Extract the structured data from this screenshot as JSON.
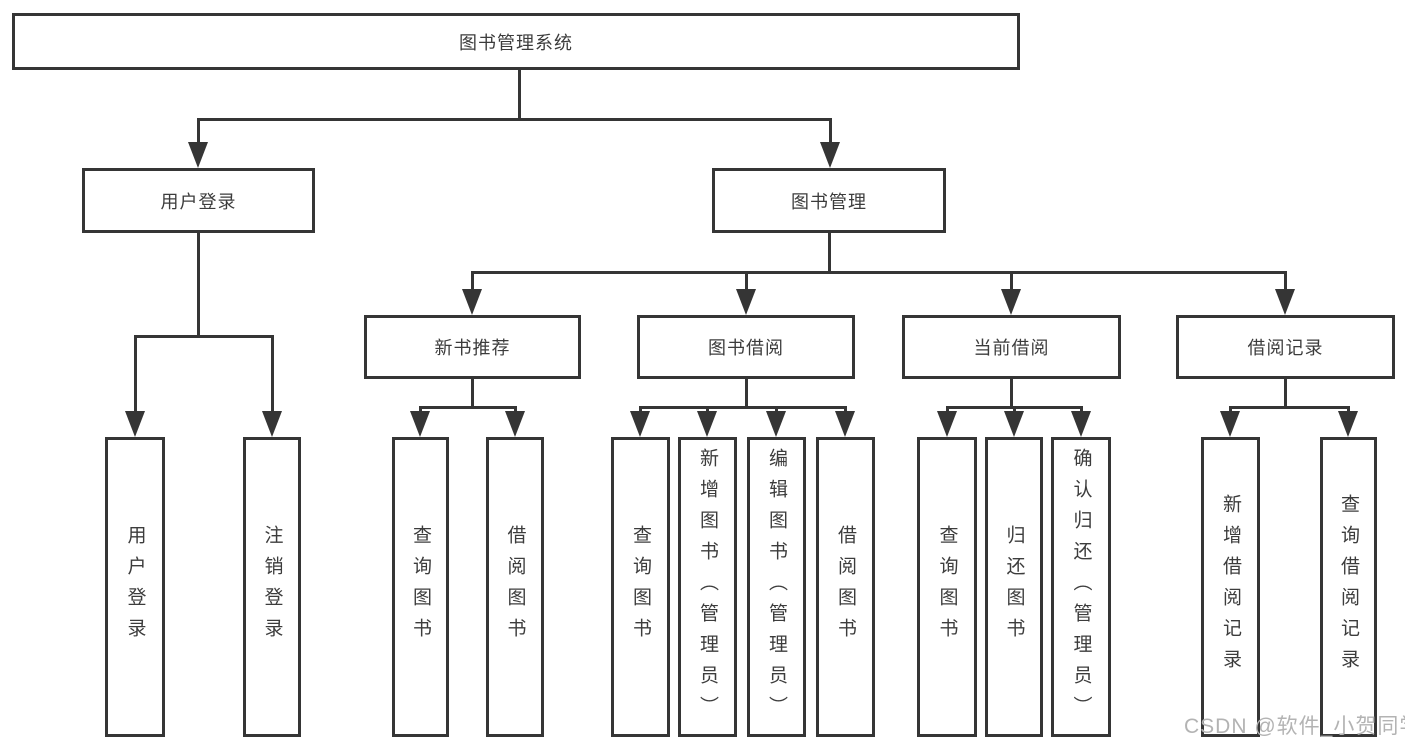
{
  "diagram": {
    "title": "图书管理系统",
    "watermark": "CSDN @软件_小贺同学",
    "colors": {
      "line": "#353535",
      "text": "#3c3c3c",
      "watermark": "#b3b3b3",
      "background": "#ffffff"
    },
    "nodes": [
      {
        "id": "root",
        "label": "图书管理系统",
        "parent": null,
        "orientation": "horizontal"
      },
      {
        "id": "user-login",
        "label": "用户登录",
        "parent": "root",
        "orientation": "horizontal"
      },
      {
        "id": "book-mgmt",
        "label": "图书管理",
        "parent": "root",
        "orientation": "horizontal"
      },
      {
        "id": "new-book-rec",
        "label": "新书推荐",
        "parent": "book-mgmt",
        "orientation": "horizontal"
      },
      {
        "id": "book-borrow",
        "label": "图书借阅",
        "parent": "book-mgmt",
        "orientation": "horizontal"
      },
      {
        "id": "current-borrow",
        "label": "当前借阅",
        "parent": "book-mgmt",
        "orientation": "horizontal"
      },
      {
        "id": "borrow-records",
        "label": "借阅记录",
        "parent": "book-mgmt",
        "orientation": "horizontal"
      },
      {
        "id": "leaf-user-login",
        "label": "用户登录",
        "parent": "user-login",
        "orientation": "vertical"
      },
      {
        "id": "leaf-logout",
        "label": "注销登录",
        "parent": "user-login",
        "orientation": "vertical"
      },
      {
        "id": "leaf-query-book-1",
        "label": "查询图书",
        "parent": "new-book-rec",
        "orientation": "vertical"
      },
      {
        "id": "leaf-borrow-book-1",
        "label": "借阅图书",
        "parent": "new-book-rec",
        "orientation": "vertical"
      },
      {
        "id": "leaf-query-book-2",
        "label": "查询图书",
        "parent": "book-borrow",
        "orientation": "vertical"
      },
      {
        "id": "leaf-add-book",
        "label": "新增图书（管理员）",
        "parent": "book-borrow",
        "orientation": "vertical"
      },
      {
        "id": "leaf-edit-book",
        "label": "编辑图书（管理员）",
        "parent": "book-borrow",
        "orientation": "vertical"
      },
      {
        "id": "leaf-borrow-book-2",
        "label": "借阅图书",
        "parent": "book-borrow",
        "orientation": "vertical"
      },
      {
        "id": "leaf-query-book-3",
        "label": "查询图书",
        "parent": "current-borrow",
        "orientation": "vertical"
      },
      {
        "id": "leaf-return-book",
        "label": "归还图书",
        "parent": "current-borrow",
        "orientation": "vertical"
      },
      {
        "id": "leaf-confirm-return",
        "label": "确认归还（管理员）",
        "parent": "current-borrow",
        "orientation": "vertical"
      },
      {
        "id": "leaf-add-borrow-record",
        "label": "新增借阅记录",
        "parent": "borrow-records",
        "orientation": "vertical"
      },
      {
        "id": "leaf-query-borrow-record",
        "label": "查询借阅记录",
        "parent": "borrow-records",
        "orientation": "vertical"
      }
    ]
  }
}
